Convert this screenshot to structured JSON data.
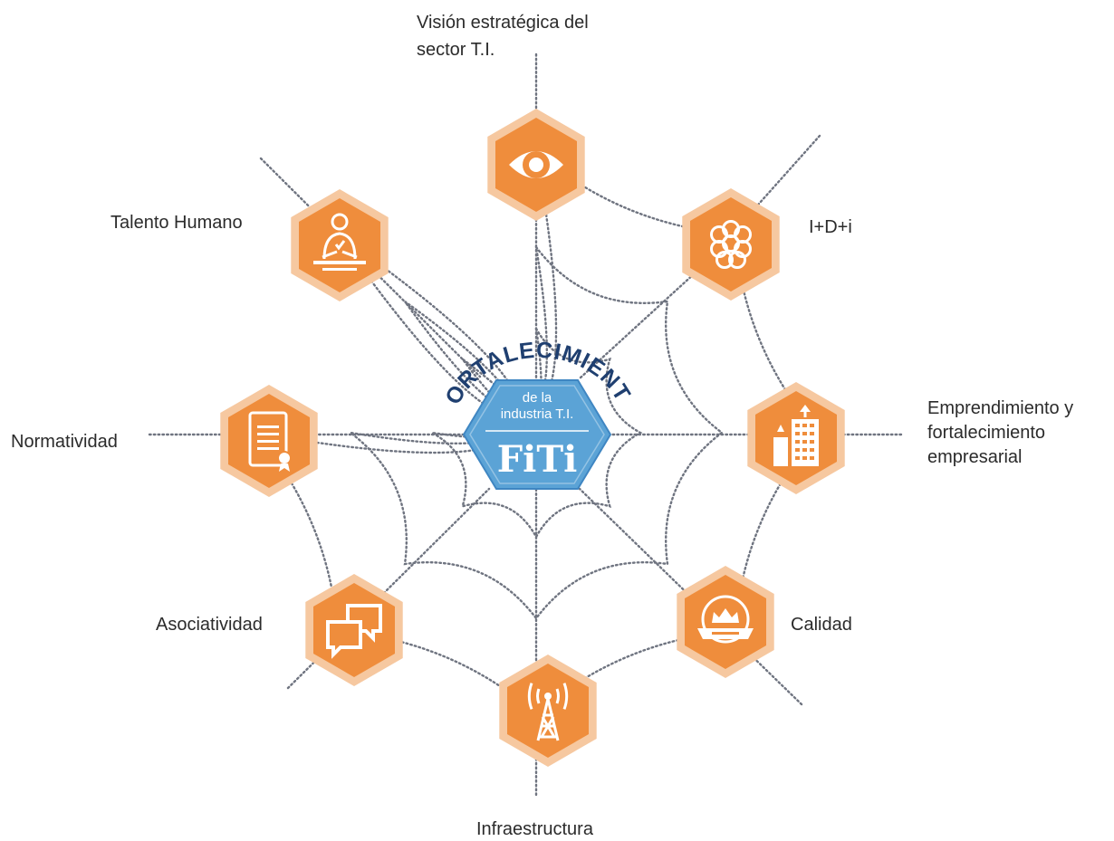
{
  "center": {
    "arc_text": "FORTALECIMIENTO",
    "line1": "de la",
    "line2": "industria T.I.",
    "logo": "FiTi",
    "colors": {
      "hex": "#5ba3d6",
      "hex_dark": "#3f86c2",
      "arc_text": "#1f3f70"
    }
  },
  "colors": {
    "hex_outer": "#f6c8a0",
    "hex_inner": "#ef8d3c",
    "web": "#6f7480"
  },
  "nodes": [
    {
      "id": "vision",
      "label": "Visión estratégica del sector T.I.",
      "icon": "eye-icon"
    },
    {
      "id": "idi",
      "label": "I+D+i",
      "icon": "molecule-cluster-icon"
    },
    {
      "id": "emprendimiento",
      "label": "Emprendimiento y fortalecimiento empresarial",
      "icon": "buildings-icon"
    },
    {
      "id": "calidad",
      "label": "Calidad",
      "icon": "quality-seal-icon"
    },
    {
      "id": "infraestructura",
      "label": "Infraestructura",
      "icon": "antenna-tower-icon"
    },
    {
      "id": "asociatividad",
      "label": "Asociatividad",
      "icon": "chat-bubbles-icon"
    },
    {
      "id": "normatividad",
      "label": "Normatividad",
      "icon": "certificate-icon"
    },
    {
      "id": "talento",
      "label": "Talento Humano",
      "icon": "person-at-desk-icon"
    }
  ]
}
